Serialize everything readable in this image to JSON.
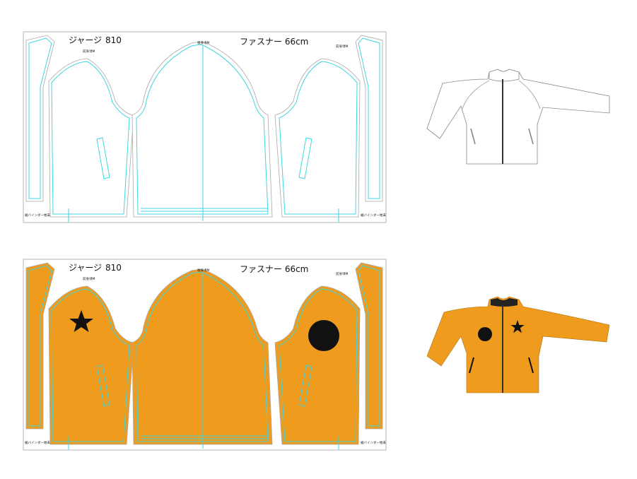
{
  "sheets": [
    {
      "title": "ジャージ",
      "code": "810",
      "zipper": "ファスナー 66cm",
      "front_label_left": "前身頃M",
      "back_label": "後身頃M",
      "front_label_right": "前身頃M",
      "binding_left": "裾バインダー始末",
      "binding_right": "裾バインダー始末",
      "fill": "#ffffff",
      "motif_left": "",
      "motif_right": ""
    },
    {
      "title": "ジャージ",
      "code": "810",
      "zipper": "ファスナー 66cm",
      "front_label_left": "前身頃M",
      "back_label": "後身頃M",
      "front_label_right": "前身頃M",
      "binding_left": "裾バインダー始末",
      "binding_right": "裾バインダー始末",
      "fill": "#ef9b1e",
      "motif_left": "star-icon",
      "motif_right": "circle-icon"
    }
  ],
  "colors": {
    "cut_line": "#3fd6e0",
    "sheet_border": "#b5b5b5",
    "jacket_outline": "#888888",
    "zipper": "#333333",
    "orange": "#ef9b1e"
  }
}
